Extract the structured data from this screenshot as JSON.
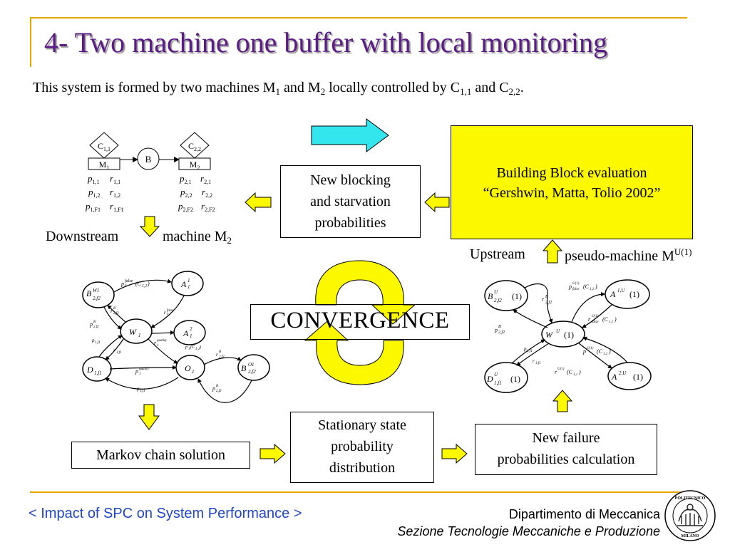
{
  "title": "4- Two machine one buffer with local monitoring",
  "intro": {
    "text_a": "This system is formed by two machines M",
    "m1_sub": "1",
    "text_b": " and M",
    "m2_sub": "2",
    "text_c": " locally controlled by C",
    "c1_sub": "1,1",
    "text_d": " and C",
    "c2_sub": "2,2",
    "text_e": "."
  },
  "system_diagram": {
    "controller1": "C1,1",
    "controller2": "C2,2",
    "machine1": "M1",
    "machine2": "M2",
    "buffer": "B"
  },
  "boxes": {
    "new_blocking": [
      "New blocking",
      "and starvation",
      "probabilities"
    ],
    "building_block": [
      "Building Block evaluation",
      "“Gershwin, Matta, Tolio 2002”"
    ],
    "convergence": "CONVERGENCE",
    "markov": "Markov chain solution",
    "stationary": [
      "Stationary state",
      "probability",
      "distribution"
    ],
    "new_failure": [
      "New failure",
      "probabilities calculation"
    ]
  },
  "labels": {
    "downstream_a": "Downstream",
    "downstream_b": "machine M",
    "downstream_sub": "2",
    "upstream_a": "Upstream",
    "upstream_b": "pseudo-machine M",
    "upstream_sup": "U(1)"
  },
  "footer": {
    "left": "< Impact of SPC on System Performance >",
    "dept": "Dipartimento di Meccanica",
    "section": "Sezione Tecnologie Meccaniche e Produzione",
    "logo_top": "POLITECNICO",
    "logo_bottom": "MILANO"
  },
  "colors": {
    "title": "#5b1d85",
    "accent_rule": "#e8a700",
    "highlight_box": "#fcf800",
    "yellow_arrow": "#fcf800",
    "cyan_arrow": "#33e6ee",
    "footer_link": "#2047c6"
  }
}
